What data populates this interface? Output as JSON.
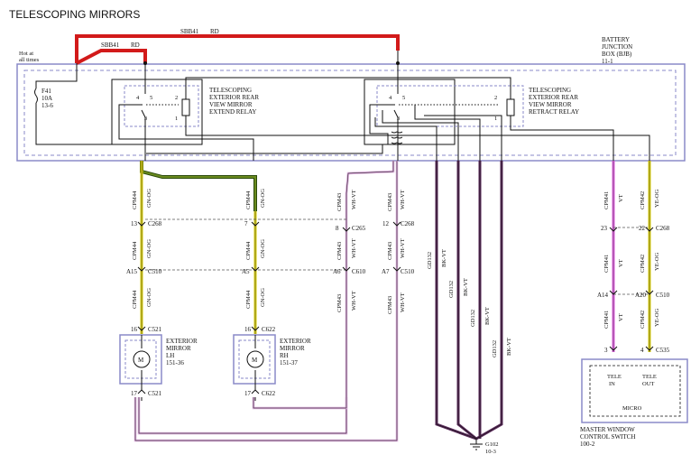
{
  "title": "TELESCOPING MIRRORS",
  "colors": {
    "red": "#d21a1a",
    "green_orange": "#6a8a1e",
    "yellow_green": "#d8cc00",
    "violet": "#e05ae0",
    "violet_light": "#d7a8d7",
    "brown_violet": "#5a2a5a",
    "box_outline": "#8a8ac8",
    "wire": "#111111"
  },
  "fuse": {
    "label_top": "Hot at",
    "label_bottom": "all times",
    "name": "F41",
    "rating": "10A",
    "ref": "13-6"
  },
  "power": {
    "circuit_1": "SBB41",
    "color_1": "RD",
    "circuit_2": "SBB41",
    "color_2": "RD"
  },
  "bjb": {
    "line1": "BATTERY",
    "line2": "JUNCTION",
    "line3": "BOX (BJB)",
    "ref": "11-1"
  },
  "relay_extend": {
    "line1": "TELESCOPING",
    "line2": "EXTERIOR REAR",
    "line3": "VIEW MIRROR",
    "line4": "EXTEND RELAY",
    "pin4": "4",
    "pin5": "5",
    "pin2": "2",
    "pin3": "3",
    "pin1": "1"
  },
  "relay_retract": {
    "line1": "TELESCOPING",
    "line2": "EXTERIOR REAR",
    "line3": "VIEW MIRROR",
    "line4": "RETRACT RELAY",
    "pin4": "4",
    "pin5": "5",
    "pin2": "2",
    "pin3": "3",
    "pin1": "1"
  },
  "wires": {
    "w1": {
      "circuit": "CPM44",
      "color": "GN-OG"
    },
    "w2": {
      "circuit": "CPM44",
      "color": "GN-OG"
    },
    "w3": {
      "circuit": "CPM43",
      "color": "WH-VT"
    },
    "w4": {
      "circuit": "CPM43",
      "color": "WH-VT"
    },
    "w5": {
      "circuit": "CPM41",
      "color": "VT"
    },
    "w6": {
      "circuit": "CPM42",
      "color": "YE-OG"
    },
    "gd1": {
      "circuit": "GD132",
      "color": "BK-VT"
    },
    "gd2": {
      "circuit": "GD132",
      "color": "BK-VT"
    },
    "gd3": {
      "circuit": "GD132",
      "color": "BK-VT"
    },
    "gd4": {
      "circuit": "GD132",
      "color": "BK-VT"
    }
  },
  "connectors": {
    "c268_13": {
      "pin": "13",
      "name": "C268"
    },
    "c268_7": {
      "pin": "7"
    },
    "c265_8": {
      "pin": "8",
      "name": "C265"
    },
    "c268_12": {
      "pin": "12",
      "name": "C268"
    },
    "c268_23": {
      "pin": "23"
    },
    "c268_22": {
      "pin": "22",
      "name": "C268"
    },
    "c510_a15": {
      "pin": "A15",
      "name": "C510"
    },
    "c610_a5": {
      "pin": "A5"
    },
    "c610_a6": {
      "pin": "A6",
      "name": "C610"
    },
    "c510_a7": {
      "pin": "A7",
      "name": "C510"
    },
    "c510_a14": {
      "pin": "A14"
    },
    "c510_a20": {
      "pin": "A20",
      "name": "C510"
    },
    "c521_16": {
      "pin": "16",
      "name": "C521"
    },
    "c622_16": {
      "pin": "16",
      "name": "C622"
    },
    "c535_3": {
      "pin": "3"
    },
    "c535_4": {
      "pin": "4",
      "name": "C535"
    },
    "c521_17": {
      "pin": "17",
      "name": "C521"
    },
    "c622_17": {
      "pin": "17",
      "name": "C622"
    }
  },
  "mirror_lh": {
    "line1": "EXTERIOR",
    "line2": "MIRROR",
    "line3": "LH",
    "ref": "151-36",
    "symbol": "M"
  },
  "mirror_rh": {
    "line1": "EXTERIOR",
    "line2": "MIRROR",
    "line3": "RH",
    "ref": "151-37",
    "symbol": "M"
  },
  "switch": {
    "tele_in_1": "TELE",
    "tele_in_2": "IN",
    "tele_out_1": "TELE",
    "tele_out_2": "OUT",
    "micro": "MICRO",
    "line1": "MASTER WINDOW",
    "line2": "CONTROL SWITCH",
    "ref": "100-2"
  },
  "ground": {
    "name": "G102",
    "ref": "10-3"
  }
}
